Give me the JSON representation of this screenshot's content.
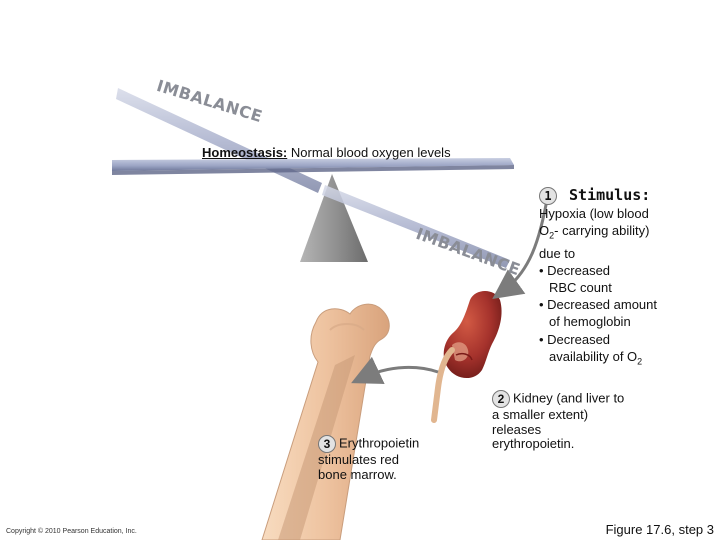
{
  "seesaw": {
    "imbalance_upper": "IMBALANCE",
    "imbalance_lower": "IMBALANCE"
  },
  "homeostasis": {
    "label": "Homeostasis:",
    "text": "Normal blood oxygen levels"
  },
  "stimulus": {
    "number": "1",
    "heading": "Stimulus:",
    "line1": "Hypoxia (low blood",
    "line2a": "O",
    "line2sub": "2",
    "line2b": "- carrying ability)",
    "line3": "due to",
    "bullet1a": "• Decreased",
    "bullet1b": "RBC count",
    "bullet2a": "• Decreased amount",
    "bullet2b": "of hemoglobin",
    "bullet3a": "• Decreased",
    "bullet3b_prefix": "availability of O",
    "bullet3b_sub": "2"
  },
  "kidney_step": {
    "number": "2",
    "line1": "Kidney (and liver to",
    "line2": "a smaller extent)",
    "line3": "releases",
    "line4": "erythropoietin."
  },
  "bone_step": {
    "number": "3",
    "line1": "Erythropoietin",
    "line2": "stimulates red",
    "line3": "bone marrow."
  },
  "footer": {
    "copyright": "Copyright © 2010 Pearson Education, Inc.",
    "figure": "Figure 17.6, step 3"
  },
  "colors": {
    "beam": "#9ea6c8",
    "fulcrum": "#9b9b9b",
    "kidney": "#a5322c",
    "bone": "#f3d0b0",
    "marrow": "#c89a78",
    "arrow": "#7c7c7c"
  }
}
